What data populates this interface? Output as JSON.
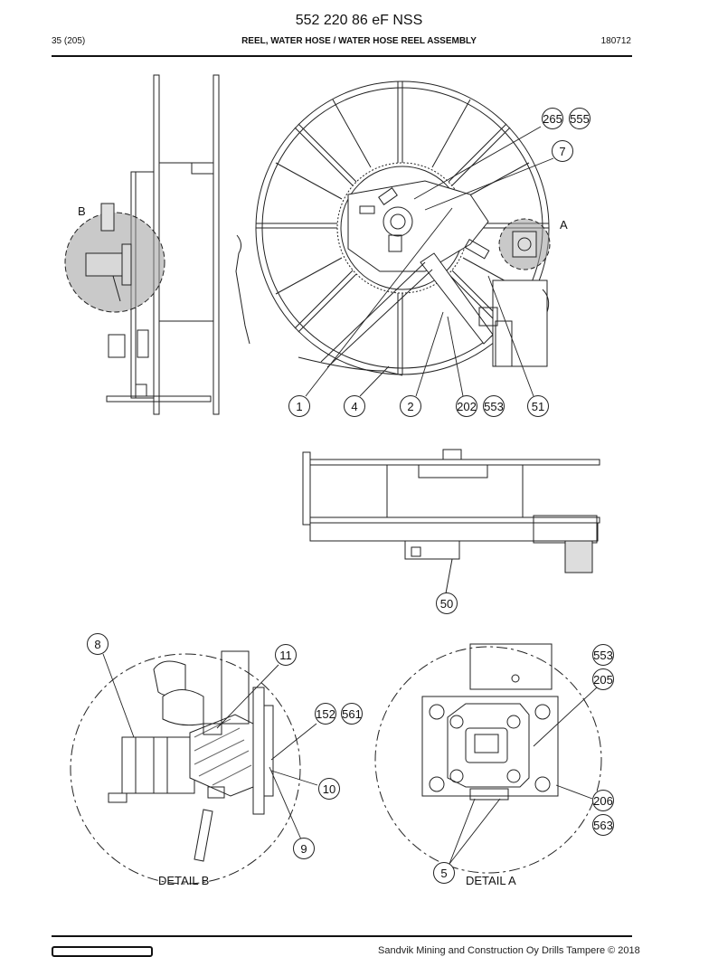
{
  "header": {
    "doc_number": "552 220 86 eF NSS",
    "page": "35 (205)",
    "title": "REEL, WATER HOSE / WATER HOSE REEL ASSEMBLY",
    "date": "180712"
  },
  "view_labels": {
    "detail_b_marker": "B",
    "detail_a_marker": "A",
    "detail_b": "DETAIL B",
    "detail_a": "DETAIL A"
  },
  "callouts": {
    "c265": "265",
    "c555": "555",
    "c7": "7",
    "c1": "1",
    "c4": "4",
    "c2": "2",
    "c202": "202",
    "c553": "553",
    "c51": "51",
    "c50": "50",
    "c8": "8",
    "c11": "11",
    "c152": "152",
    "c561": "561",
    "c10": "10",
    "c9": "9",
    "c553b": "553",
    "c205": "205",
    "c206": "206",
    "c563": "563",
    "c5": "5"
  },
  "footer": {
    "copyright": "Sandvik Mining and Construction Oy Drills Tampere © 2018"
  }
}
